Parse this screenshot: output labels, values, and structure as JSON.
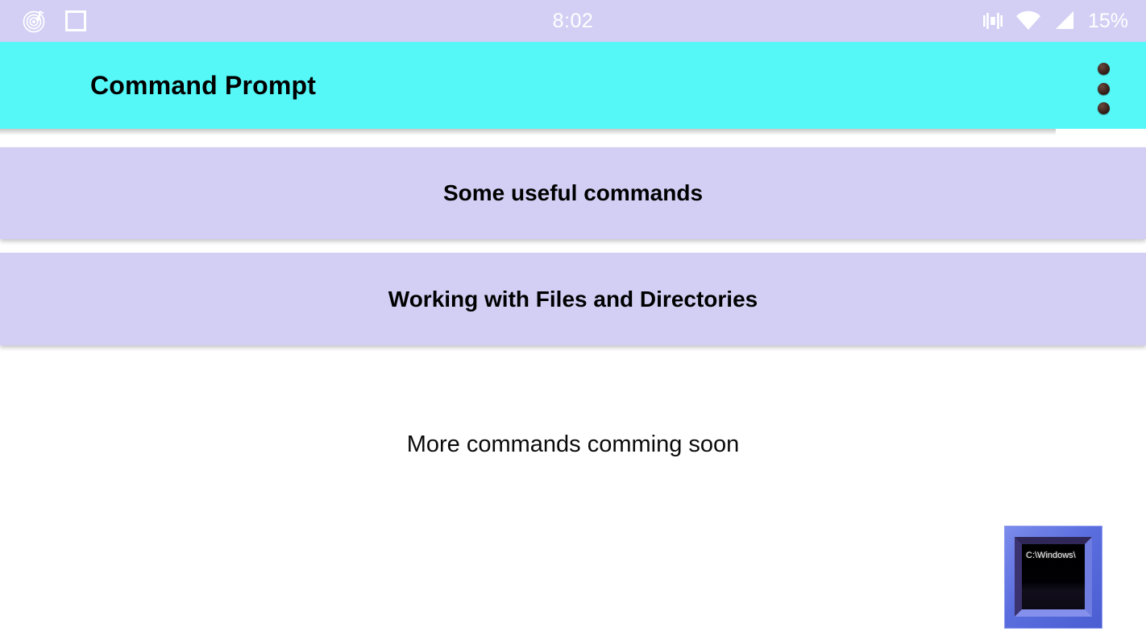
{
  "status_bar": {
    "time": "8:02",
    "battery": "15%",
    "background_color": "#d3cff4",
    "text_color": "#ffffff",
    "left_icons": [
      "music-note-spiral-icon",
      "square-outline-icon"
    ],
    "right_icons": [
      "vibrate-icon",
      "wifi-icon",
      "signal-icon"
    ]
  },
  "app_bar": {
    "title": "Command Prompt",
    "background_color": "#55f7f7",
    "title_color": "#000000",
    "overflow_icon": "more-vert-icon"
  },
  "main": {
    "buttons": [
      {
        "label": "Some useful commands"
      },
      {
        "label": "Working with Files and Directories"
      }
    ],
    "button_background_color": "#d3cff4",
    "note": "More commands comming soon",
    "note_color": "#0a0a0a"
  },
  "cmd_icon": {
    "screen_text": "C:\\Windows\\",
    "frame_color": "#5b6ede",
    "screen_color": "#000000"
  }
}
